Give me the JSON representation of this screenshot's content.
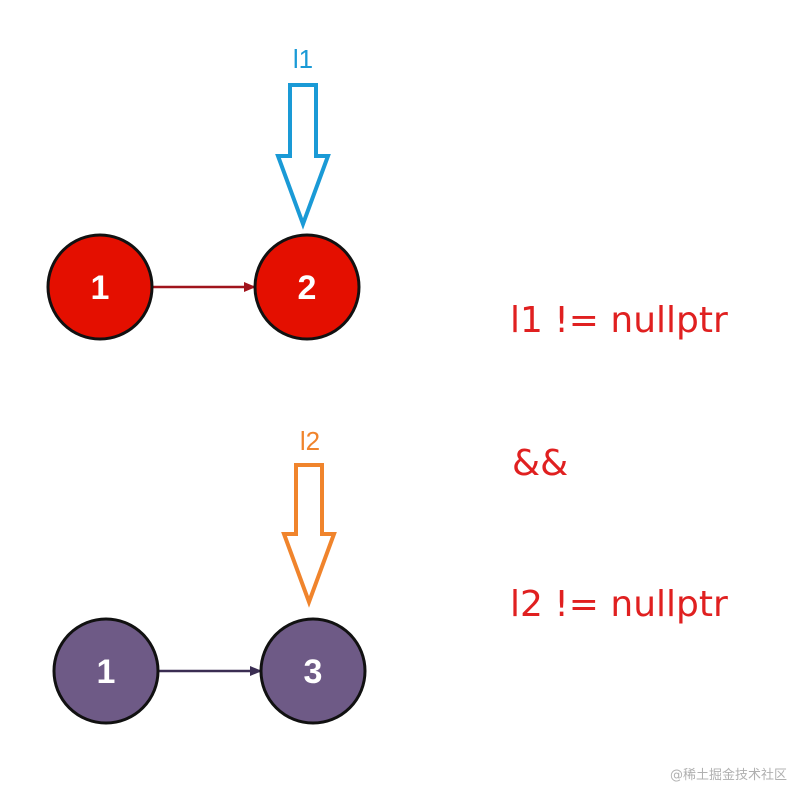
{
  "list1": {
    "pointer_label": "l1",
    "pointer_color": "#1a9ad6",
    "node_fill": "#e40f00",
    "edge_color": "#a0141c",
    "nodes": [
      "1",
      "2"
    ]
  },
  "list2": {
    "pointer_label": "l2",
    "pointer_color": "#f0842c",
    "node_fill": "#6e5a86",
    "edge_color": "#3a2d52",
    "nodes": [
      "1",
      "3"
    ]
  },
  "condition": {
    "line1": "l1 != nullptr",
    "operator": "&&",
    "line2": "l2 != nullptr",
    "color": "#e02020"
  },
  "watermark": "@稀土掘金技术社区"
}
